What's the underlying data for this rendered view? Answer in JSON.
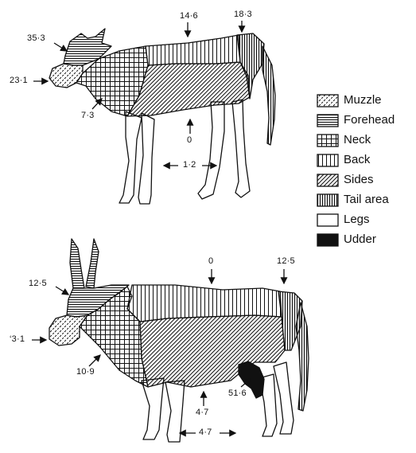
{
  "legend": {
    "items": [
      {
        "key": "muzzle",
        "label": "Muzzle",
        "pattern": "dash-diag"
      },
      {
        "key": "forehead",
        "label": "Forehead",
        "pattern": "h-lines"
      },
      {
        "key": "neck",
        "label": "Neck",
        "pattern": "grid"
      },
      {
        "key": "back",
        "label": "Back",
        "pattern": "v-lines"
      },
      {
        "key": "sides",
        "label": "Sides",
        "pattern": "diag"
      },
      {
        "key": "tail",
        "label": "Tail area",
        "pattern": "v-dense"
      },
      {
        "key": "legs",
        "label": "Legs",
        "pattern": "blank"
      },
      {
        "key": "udder",
        "label": "Udder",
        "pattern": "solid"
      }
    ]
  },
  "calf": {
    "forehead": "35·3",
    "muzzle": "23·1",
    "neck": "7·3",
    "back": "14·6",
    "tail": "18·3",
    "sides": "0",
    "legs": "1·2"
  },
  "cow": {
    "forehead": "12·5",
    "muzzle": "‘3·1",
    "neck": "10·9",
    "back": "0",
    "tail": "12·5",
    "sides": "4·7",
    "udder": "51·6",
    "legs": "4·7"
  },
  "colors": {
    "ink": "#111111",
    "paper": "#ffffff"
  }
}
